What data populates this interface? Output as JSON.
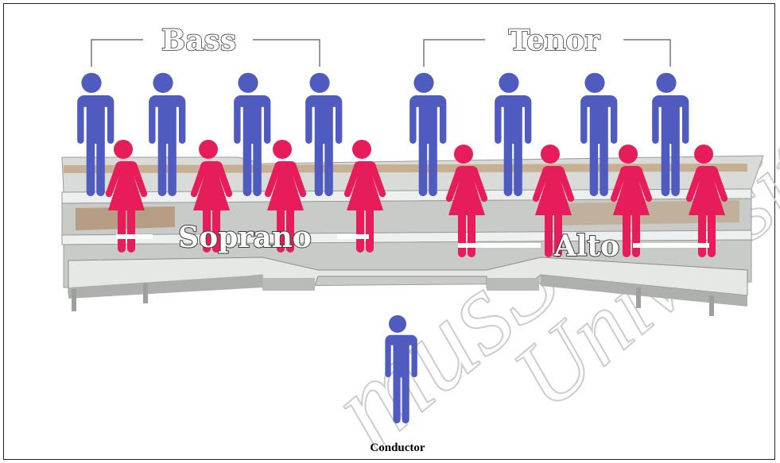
{
  "diagram": {
    "labels": {
      "bass": "Bass",
      "tenor": "Tenor",
      "soprano": "Soprano",
      "alto": "Alto",
      "conductor": "Conductor"
    },
    "watermark": "musSei University",
    "colors": {
      "male": "#4f5bbf",
      "female": "#e61d5a",
      "riser_top": "#eef0ef",
      "riser_face": "#c9cbc8",
      "riser_edge": "#8a8d88",
      "background": "#ffffff",
      "label_fill": "#ffffff",
      "label_outline": "#444444"
    },
    "rows": {
      "back_male_count": 8,
      "front_female_count": 8
    }
  }
}
